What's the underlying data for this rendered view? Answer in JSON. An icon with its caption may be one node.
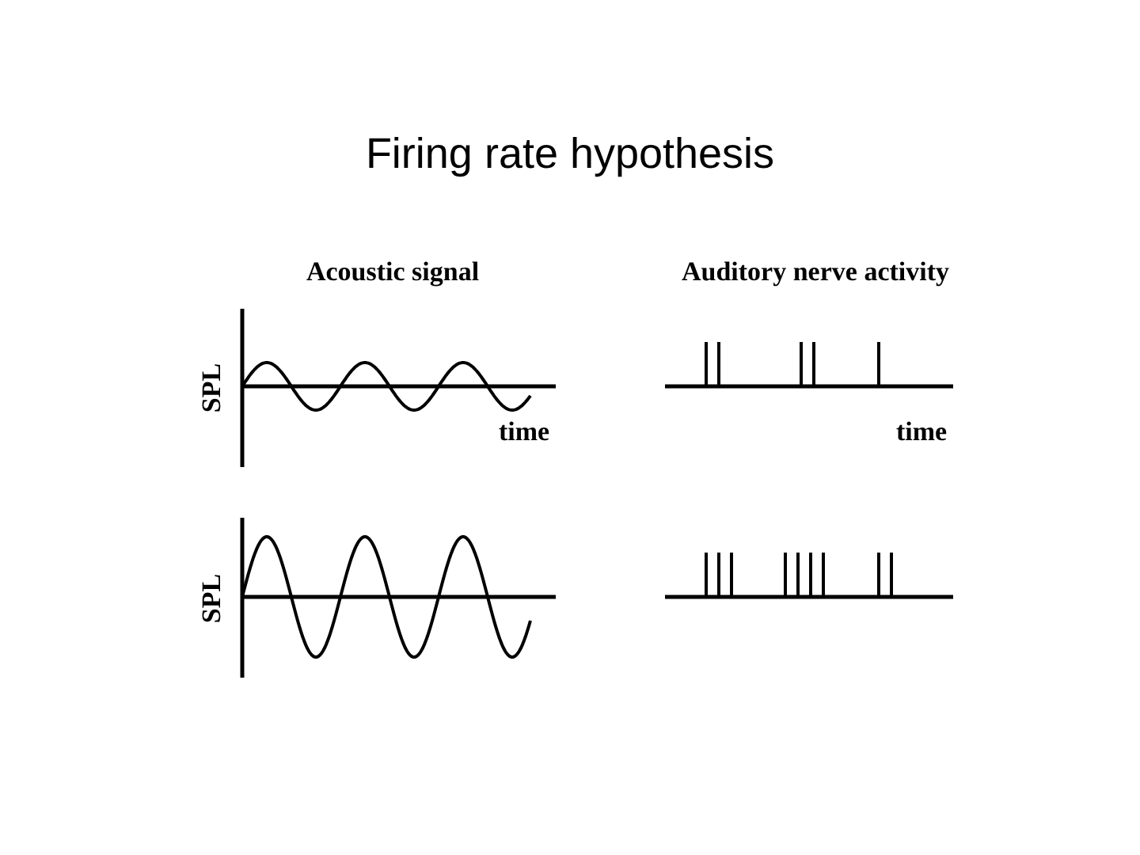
{
  "diagram": {
    "title": "Firing rate hypothesis",
    "labels": [
      "Acoustic signal",
      "Auditory nerve activity",
      "SPL",
      "time",
      "time",
      "SPL"
    ]
  }
}
